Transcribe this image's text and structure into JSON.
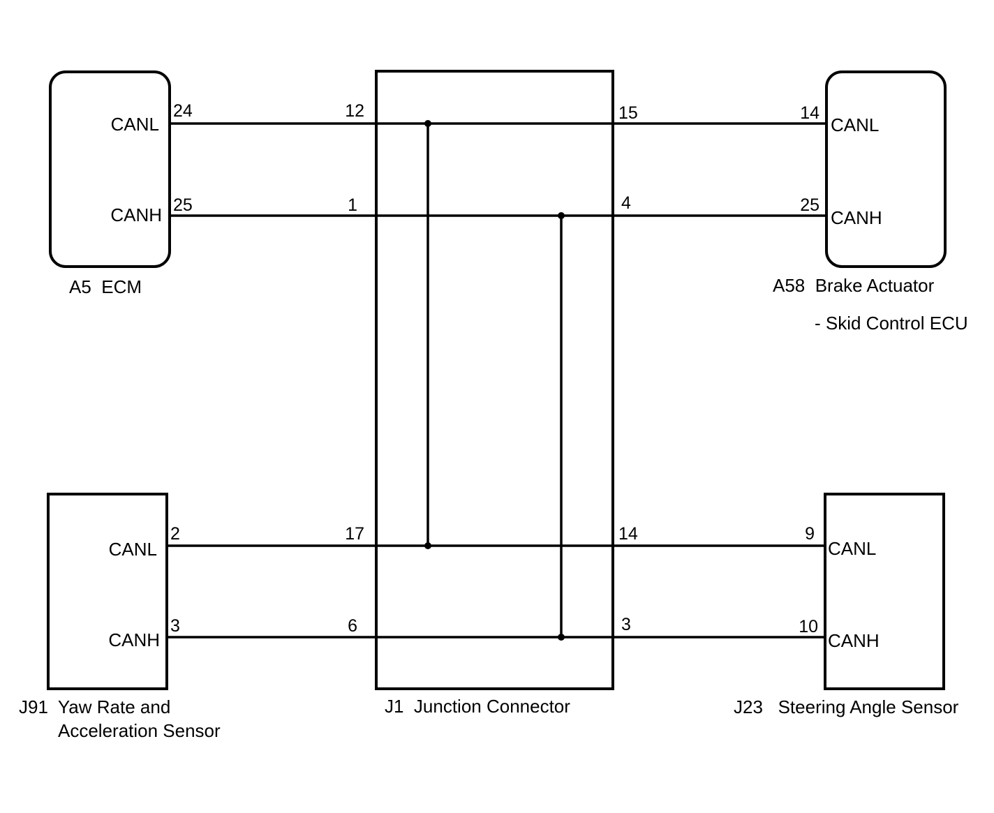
{
  "components": {
    "ecm": {
      "label": "A5  ECM",
      "canl_label": "CANL",
      "canh_label": "CANH",
      "canl_pin": "24",
      "canh_pin": "25"
    },
    "brake": {
      "label": "A58  Brake Actuator",
      "label2": "- Skid Control ECU",
      "canl_label": "CANL",
      "canh_label": "CANH",
      "canl_pin": "14",
      "canh_pin": "25"
    },
    "yaw": {
      "label": "J91  Yaw Rate and",
      "label2": "Acceleration Sensor",
      "canl_label": "CANL",
      "canh_label": "CANH",
      "canl_pin": "2",
      "canh_pin": "3"
    },
    "junction": {
      "label": "J1  Junction Connector",
      "pin_top_canl_left": "12",
      "pin_top_canl_right": "15",
      "pin_top_canh_left": "1",
      "pin_top_canh_right": "4",
      "pin_bot_canl_left": "17",
      "pin_bot_canl_right": "14",
      "pin_bot_canh_left": "6",
      "pin_bot_canh_right": "3"
    },
    "steering": {
      "label": "J23   Steering Angle Sensor",
      "canl_label": "CANL",
      "canh_label": "CANH",
      "canl_pin": "9",
      "canh_pin": "10"
    }
  }
}
